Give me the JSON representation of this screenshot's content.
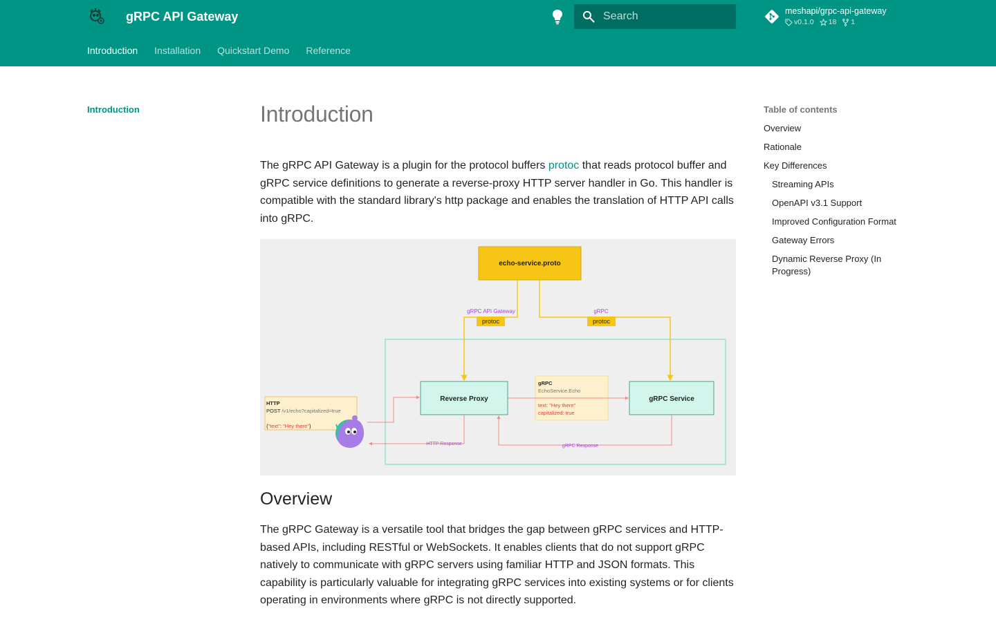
{
  "header": {
    "site_title": "gRPC API Gateway",
    "search_placeholder": "Search",
    "repo": {
      "name": "meshapi/grpc-api-gateway",
      "version": "v0.1.0",
      "stars": "18",
      "forks": "1"
    }
  },
  "tabs": [
    {
      "label": "Introduction",
      "active": true
    },
    {
      "label": "Installation"
    },
    {
      "label": "Quickstart Demo"
    },
    {
      "label": "Reference"
    }
  ],
  "sidebar": {
    "active_item": "Introduction"
  },
  "main": {
    "title": "Introduction",
    "intro_before_link": "The gRPC API Gateway is a plugin for the protocol buffers ",
    "intro_link": "protoc",
    "intro_after_link": " that reads protocol buffer and gRPC service definitions to generate a reverse-proxy HTTP server handler in Go. This handler is compatible with the standard library's http package and enables the translation of HTTP API calls into gRPC.",
    "diagram": {
      "proto_file": "echo-service.proto",
      "left_branch_label": "gRPC API Gateway",
      "right_branch_label": "gRPC",
      "protoc_label": "protoc",
      "reverse_proxy": "Reverse Proxy",
      "grpc_service": "gRPC Service",
      "http_request_title": "HTTP",
      "http_request_method": "POST",
      "http_request_path": " /v1/echo?capitalized=true",
      "http_request_body_open": "{",
      "http_request_key": "\"text\"",
      "http_request_colon": ": ",
      "http_request_value": "\"Hey there\"",
      "http_request_body_close": "}",
      "grpc_msg_title": "gRPC",
      "grpc_msg_method": "EchoService.Echo",
      "grpc_msg_text": "text: \"Hey there\"",
      "grpc_msg_capitalized": "capitalized: true",
      "http_response": "HTTP Response",
      "grpc_response": "gRPC Response"
    },
    "overview_heading": "Overview",
    "overview_text": "The gRPC Gateway is a versatile tool that bridges the gap between gRPC services and HTTP-based APIs, including RESTful or WebSockets. It enables clients that do not support gRPC natively to communicate with gRPC servers using familiar HTTP and JSON formats. This capability is particularly valuable for integrating gRPC services into existing systems or for clients operating in environments where gRPC is not directly supported."
  },
  "toc": {
    "title": "Table of contents",
    "items": [
      {
        "label": "Overview"
      },
      {
        "label": "Rationale"
      },
      {
        "label": "Key Differences"
      },
      {
        "label": "Streaming APIs",
        "sub": true
      },
      {
        "label": "OpenAPI v3.1 Support",
        "sub": true
      },
      {
        "label": "Improved Configuration Format",
        "sub": true
      },
      {
        "label": "Gateway Errors",
        "sub": true
      },
      {
        "label": "Dynamic Reverse Proxy (In Progress)",
        "sub": true
      }
    ]
  },
  "colors": {
    "primary": "#009485",
    "proto_box": "#f6c516",
    "service_box": "#d2f6ec",
    "message_box": "#fdf0cc"
  },
  "icons": {
    "logo": "gopher-gateway-logo-icon",
    "theme": "lightbulb-icon",
    "search": "search-icon",
    "repo": "git-icon",
    "version": "tag-icon",
    "stars": "star-icon",
    "forks": "fork-icon"
  }
}
